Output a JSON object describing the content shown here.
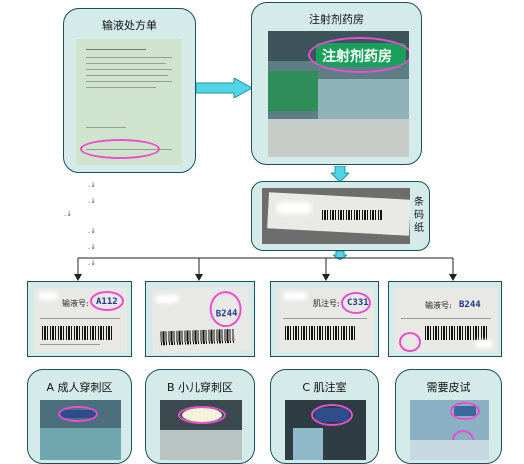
{
  "nodes": {
    "prescription": {
      "label": "输液处方单"
    },
    "pharmacy": {
      "label": "注射剂药房",
      "sign_text": "注射剂药房"
    },
    "receipt": {
      "side_label": "条码纸"
    },
    "area_a": {
      "label": "A 成人穿刺区"
    },
    "area_b": {
      "label": "B 小儿穿刺区"
    },
    "area_c": {
      "label": "C 肌注室"
    },
    "area_d": {
      "label": "需要皮试"
    }
  },
  "tickets": [
    {
      "title": "输液号:",
      "code": "A112"
    },
    {
      "title": "",
      "code": "B244"
    },
    {
      "title": "肌注号:",
      "code": "C331"
    },
    {
      "title": "输液号:",
      "code": "B244"
    }
  ],
  "colors": {
    "accent": "#e84fd1",
    "arrow_fill": "#4fd6e6",
    "box_fill": "#d4ebea",
    "border": "#1b4f5a"
  }
}
